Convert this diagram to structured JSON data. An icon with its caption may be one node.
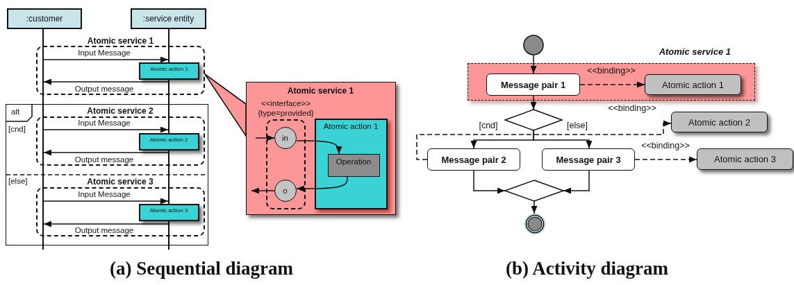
{
  "diagram": {
    "nodes": [
      {
        "text": [
          ":customer"
        ]
      },
      {
        "text": [
          ":service entity"
        ]
      },
      {
        "text": [],
        "shape": "bar"
      },
      {
        "text": [],
        "shape": "bar"
      },
      {
        "text": [
          "Atomic service 1"
        ]
      },
      {
        "text": [
          "Atomic action 1"
        ],
        "in": 4
      },
      {
        "text": [
          "alt",
          "[cnd]",
          "[else]"
        ]
      },
      {
        "text": [
          "Atomic service 2"
        ],
        "in": 6
      },
      {
        "text": [
          "Atomic action 2"
        ],
        "in": 7
      },
      {
        "text": [
          "Atomic service 3"
        ],
        "in": 6
      },
      {
        "text": [
          "Atomic action 3"
        ],
        "in": 9
      },
      {
        "text": [
          "Atomic service 1"
        ]
      },
      {
        "text": [
          "<<interface>>",
          "{type=provided}"
        ],
        "in": 11
      },
      {
        "text": [
          "in"
        ],
        "in": 12
      },
      {
        "text": [
          "o"
        ],
        "in": 12
      },
      {
        "text": [
          "Atomic action 1"
        ],
        "in": 11
      },
      {
        "text": [
          "Operation"
        ],
        "in": 15
      },
      {
        "text": [],
        "shape": "circle"
      },
      {
        "text": [
          "Atomic service 1"
        ]
      },
      {
        "text": [
          "Message pair 1"
        ],
        "in": 18
      },
      {
        "text": [
          "Atomic action 1"
        ],
        "in": 18
      },
      {
        "text": [],
        "shape": "diamond"
      },
      {
        "text": [
          "Message pair 2"
        ]
      },
      {
        "text": [
          "Message pair 3"
        ]
      },
      {
        "text": [
          "Atomic action 2"
        ]
      },
      {
        "text": [
          "Atomic action 3"
        ]
      },
      {
        "text": [],
        "shape": "diamond"
      },
      {
        "text": [],
        "shape": "circle"
      },
      {
        "text": [],
        "shape": "bar"
      },
      {
        "text": [],
        "shape": "bar",
        "in": 6
      },
      {
        "text": [],
        "shape": "bar"
      }
    ],
    "edges": [
      {
        "from": 2,
        "to": 3,
        "arrow": "to",
        "label": "Input Message"
      },
      {
        "from": 28,
        "to": 2,
        "arrow": "to",
        "label": "Output message"
      },
      {
        "from": 2,
        "to": 28,
        "arrow": "to",
        "label": "Input Message"
      },
      {
        "from": 29,
        "to": 2,
        "arrow": "to",
        "label": "Output message"
      },
      {
        "from": 2,
        "to": 29,
        "arrow": "to",
        "label": "Input Message"
      },
      {
        "from": 30,
        "to": 2,
        "arrow": "to",
        "label": "Output message"
      },
      {
        "from": 4,
        "to": 11,
        "arrow": "none"
      },
      {
        "from": null,
        "to": 13,
        "arrow": "to"
      },
      {
        "from": 13,
        "to": 16,
        "arrow": "to"
      },
      {
        "from": 16,
        "to": 14,
        "arrow": "to"
      },
      {
        "from": 14,
        "to": null,
        "arrow": "to"
      },
      {
        "from": 17,
        "to": 19,
        "arrow": "to"
      },
      {
        "from": 19,
        "to": 20,
        "arrow": "to",
        "label": "<<binding>>",
        "style": "dashed"
      },
      {
        "from": 19,
        "to": 21,
        "arrow": "to"
      },
      {
        "from": 21,
        "to": 22,
        "arrow": "to",
        "label": "[cnd]"
      },
      {
        "from": 21,
        "to": 23,
        "arrow": "to",
        "label": "[else]"
      },
      {
        "from": 22,
        "to": 24,
        "arrow": "to",
        "label": "<<binding>>",
        "style": "dashed"
      },
      {
        "from": 23,
        "to": 25,
        "arrow": "to",
        "label": "<<binding>>",
        "style": "dashed"
      },
      {
        "from": 22,
        "to": 26,
        "arrow": "to"
      },
      {
        "from": 23,
        "to": 26,
        "arrow": "to"
      },
      {
        "from": 26,
        "to": 27,
        "arrow": "to"
      }
    ],
    "labels": [
      "(a) Sequential diagram",
      "(b) Activity diagram"
    ]
  }
}
